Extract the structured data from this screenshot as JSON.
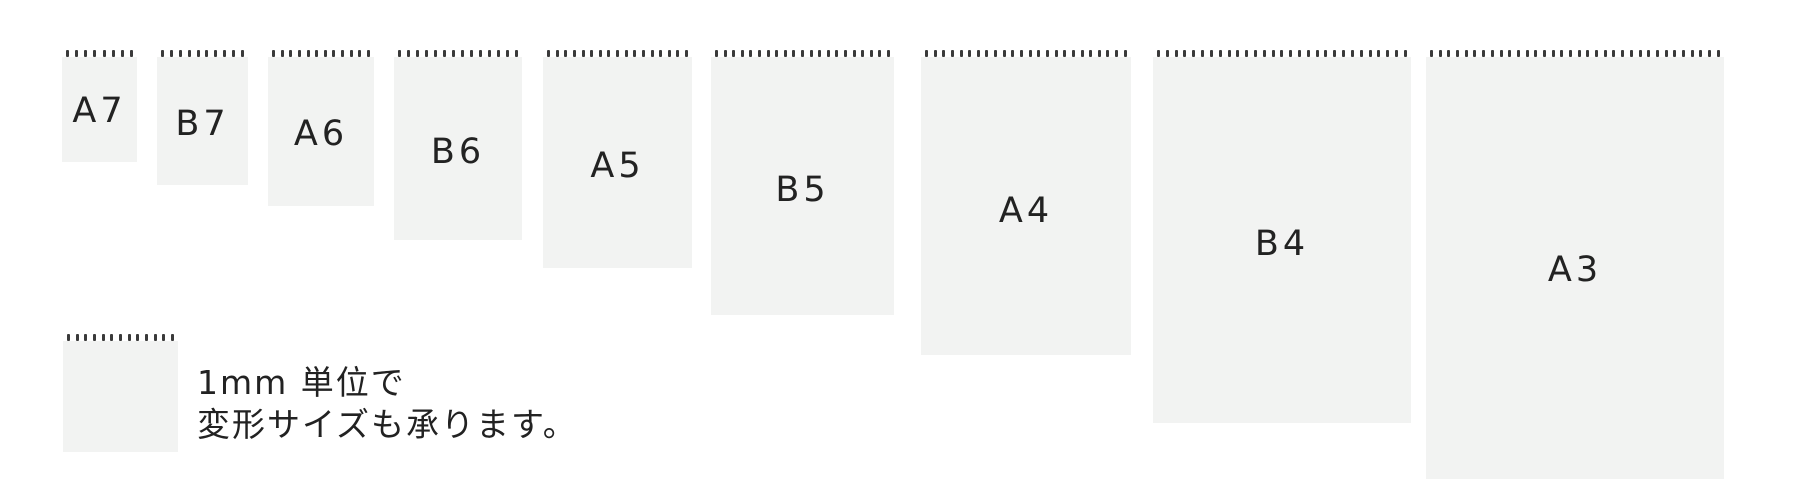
{
  "pads": [
    {
      "label": "A7"
    },
    {
      "label": "B7"
    },
    {
      "label": "A6"
    },
    {
      "label": "B6"
    },
    {
      "label": "A5"
    },
    {
      "label": "B5"
    },
    {
      "label": "A4"
    },
    {
      "label": "B4"
    },
    {
      "label": "A3"
    }
  ],
  "custom_note": {
    "line1": "1mm 単位で",
    "line2": "変形サイズも承ります。"
  },
  "colors": {
    "pad": "#f2f3f2",
    "coil": "#3a3a3a",
    "text": "#222222"
  }
}
